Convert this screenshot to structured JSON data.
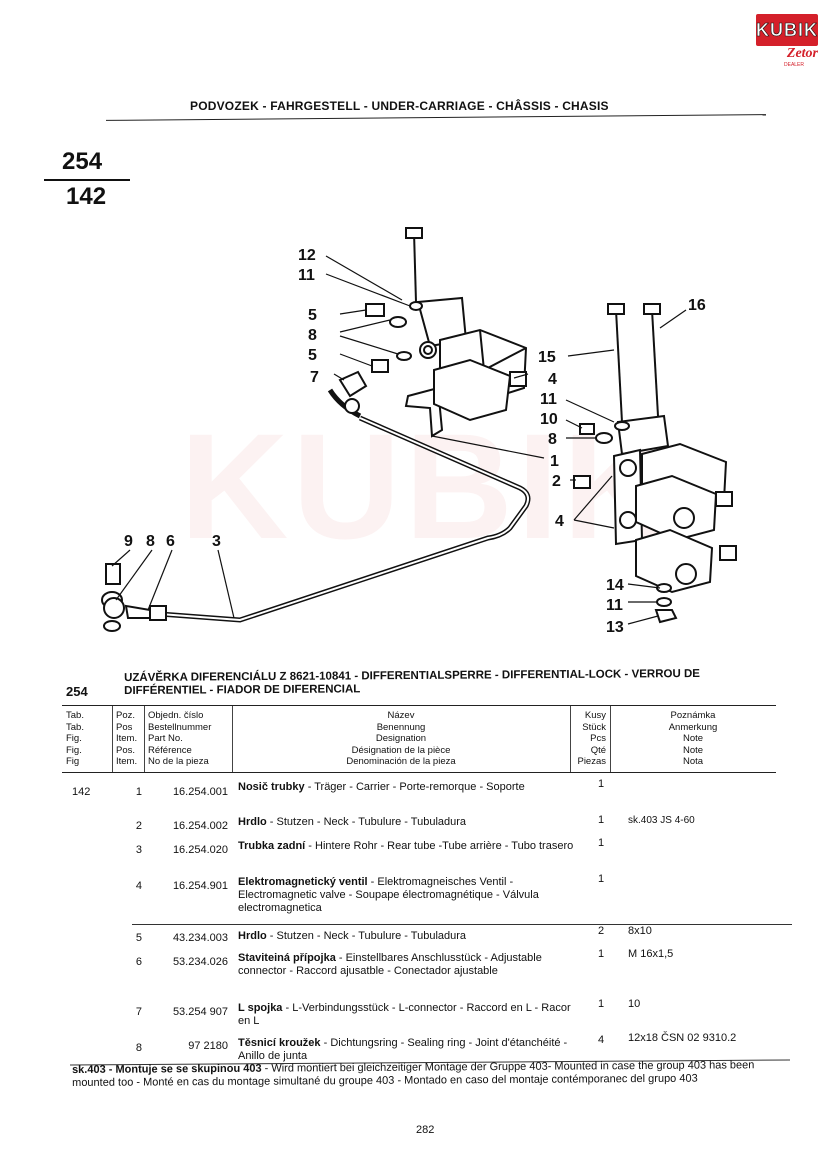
{
  "logo": {
    "brand": "KUBIK",
    "sub": "Zetor",
    "dealer": "DEALER"
  },
  "header": {
    "title": "PODVOZEK - FAHRGESTELL - UNDER-CARRIAGE - CHÂSSIS - CHASIS"
  },
  "tab_number": {
    "top": "254",
    "bottom": "142"
  },
  "diagram_labels": [
    "12",
    "11",
    "5",
    "8",
    "5",
    "7",
    "15",
    "16",
    "4",
    "11",
    "10",
    "8",
    "1",
    "2",
    "4",
    "9",
    "8",
    "6",
    "3",
    "14",
    "11",
    "13"
  ],
  "section": {
    "number": "254",
    "title": "UZÁVĚRKA DIFERENCIÁLU Z 8621-10841 - DIFFERENTIALSPERRE - DIFFERENTIAL-LOCK - VERROU DE DIFFÉRENTIEL - FIADOR DE DIFERENCIAL"
  },
  "columns": {
    "tab": [
      "Tab.",
      "Tab.",
      "Fig.",
      "Fig.",
      "Fig"
    ],
    "pos": [
      "Poz.",
      "Pos",
      "Item.",
      "Pos.",
      "Item."
    ],
    "part": [
      "Objedn. číslo",
      "Bestellnummer",
      "Part No.",
      "Référence",
      "No de la pieza"
    ],
    "name": [
      "Název",
      "Benennung",
      "Designation",
      "Désignation de la pièce",
      "Denominación de la pieza"
    ],
    "qty": [
      "Kusy",
      "Stück",
      "Pcs",
      "Qté",
      "Piezas"
    ],
    "note": [
      "Poznámka",
      "Anmerkung",
      "Note",
      "Note",
      "Nota"
    ]
  },
  "rows": [
    {
      "tab": "142",
      "pos": "1",
      "part": "16.254.001",
      "name_bold": "Nosič trubky",
      "name_rest": " - Träger - Carrier - Porte-remorque - Soporte",
      "qty": "1",
      "note": ""
    },
    {
      "tab": "",
      "pos": "2",
      "part": "16.254.002",
      "name_bold": "Hrdlo",
      "name_rest": " - Stutzen - Neck - Tubulure - Tubuladura",
      "qty": "1",
      "note": "sk.403 JS 4-60"
    },
    {
      "tab": "",
      "pos": "3",
      "part": "16.254.020",
      "name_bold": "Trubka zadní",
      "name_rest": " - Hintere Rohr - Rear tube -Tube arrière - Tubo trasero",
      "qty": "1",
      "note": ""
    },
    {
      "tab": "",
      "pos": "4",
      "part": "16.254.901",
      "name_bold": "Elektromagnetický ventil",
      "name_rest": " - Elektromagneisches Ventil - Electromagnetic valve - Soupape électromagnétique - Válvula electromagnetica",
      "qty": "1",
      "note": ""
    },
    {
      "tab": "",
      "pos": "5",
      "part": "43.234.003",
      "name_bold": "Hrdlo",
      "name_rest": " - Stutzen - Neck - Tubulure - Tubuladura",
      "qty": "2",
      "note": "8x10"
    },
    {
      "tab": "",
      "pos": "6",
      "part": "53.234.026",
      "name_bold": "Staviteiná přípojka",
      "name_rest": " - Einstellbares Anschlusstück - Adjustable connector - Raccord ajusatble - Conectador ajustable",
      "qty": "1",
      "note": "M 16x1,5"
    },
    {
      "tab": "",
      "pos": "7",
      "part": "53.254 907",
      "name_bold": "L spojka",
      "name_rest": " - L-Verbindungsstück - L-connector - Raccord en L - Racor en L",
      "qty": "1",
      "note": "10"
    },
    {
      "tab": "",
      "pos": "8",
      "part": "97 2180",
      "name_bold": "Těsnicí kroužek",
      "name_rest": " - Dichtungsring - Sealing ring - Joint d'étanchéité - Anillo de junta",
      "qty": "4",
      "note": "12x18 ČSN 02 9310.2"
    }
  ],
  "footnote": {
    "bold": "sk.403 - Montuje se se skupinou 403",
    "rest": " - Wird montiert bei gleichzeitiger Montage der Gruppe 403- Mounted in case the group 403 has been mounted too - Monté en cas du montage simultané du groupe 403 - Montado en caso del montaje contémporanec del grupo 403"
  },
  "page_number": "282"
}
